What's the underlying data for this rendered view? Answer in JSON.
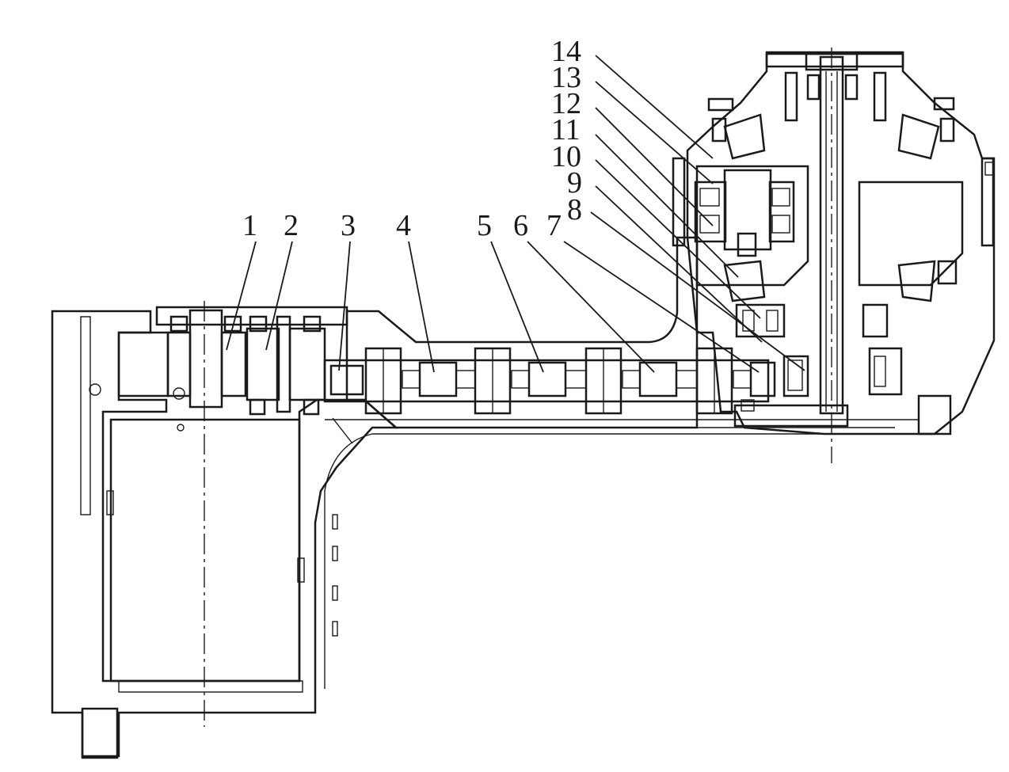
{
  "callouts": [
    {
      "text": "1"
    },
    {
      "text": "2"
    },
    {
      "text": "3"
    },
    {
      "text": "4"
    },
    {
      "text": "5"
    },
    {
      "text": "6"
    },
    {
      "text": "7"
    },
    {
      "text": "8"
    },
    {
      "text": "9"
    },
    {
      "text": "10"
    },
    {
      "text": "11"
    },
    {
      "text": "12"
    },
    {
      "text": "13"
    },
    {
      "text": "14"
    }
  ],
  "colors": {
    "line": "#1a1a1a",
    "hatch": "#333333",
    "dark_fill": "#5a5a5a",
    "light_fill": "#e6e6e6",
    "background": "#ffffff"
  }
}
